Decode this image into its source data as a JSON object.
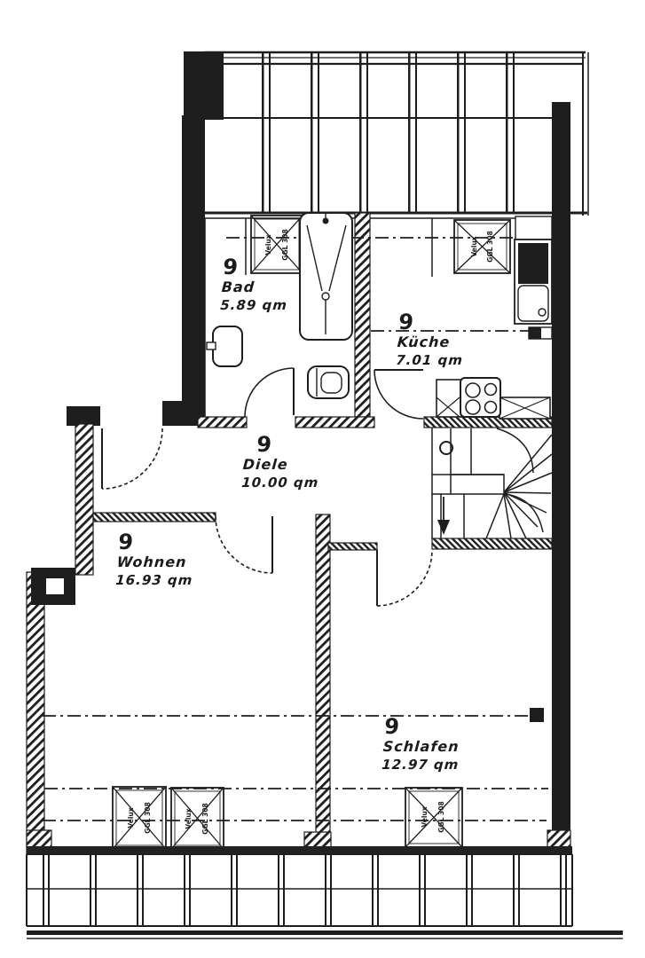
{
  "plan": {
    "rooms": [
      {
        "id": "bad",
        "number": "9",
        "name": "Bad",
        "area": "5.89 qm"
      },
      {
        "id": "kueche",
        "number": "9",
        "name": "Küche",
        "area": "7.01 qm"
      },
      {
        "id": "diele",
        "number": "9",
        "name": "Diele",
        "area": "10.00 qm"
      },
      {
        "id": "wohnen",
        "number": "9",
        "name": "Wohnen",
        "area": "16.93 qm"
      },
      {
        "id": "schlafen",
        "number": "9",
        "name": "Schlafen",
        "area": "12.97 qm"
      }
    ],
    "skylight": {
      "brand": "Velux",
      "model": "GGL 308"
    },
    "colors": {
      "ink": "#1e1e1e",
      "paper": "#ffffff"
    }
  }
}
